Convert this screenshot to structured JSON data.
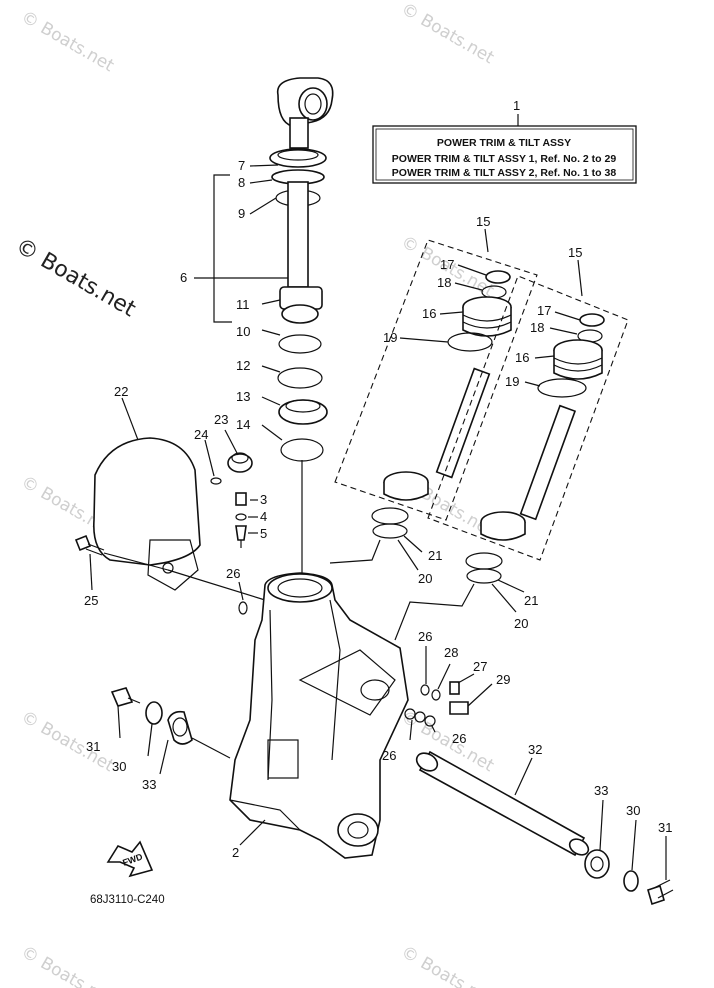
{
  "diagram": {
    "title_box": {
      "ref": "1",
      "line1": "POWER TRIM & TILT ASSY",
      "line2": "POWER TRIM & TILT ASSY 1, Ref. No. 2 to 29",
      "line3": "POWER TRIM & TILT ASSY 2, Ref. No. 1 to 38"
    },
    "part_code": "68J3110-C240",
    "fwd_label": "FWD",
    "watermark": "© Boats.net",
    "callouts": {
      "c2": "2",
      "c3": "3",
      "c4": "4",
      "c5": "5",
      "c6": "6",
      "c7": "7",
      "c8": "8",
      "c9": "9",
      "c10": "10",
      "c11": "11",
      "c12": "12",
      "c13": "13",
      "c14": "14",
      "c15a": "15",
      "c15b": "15",
      "c16a": "16",
      "c16b": "16",
      "c17a": "17",
      "c17b": "17",
      "c18a": "18",
      "c18b": "18",
      "c19a": "19",
      "c19b": "19",
      "c20a": "20",
      "c20b": "20",
      "c21a": "21",
      "c21b": "21",
      "c22": "22",
      "c23": "23",
      "c24": "24",
      "c25": "25",
      "c26a": "26",
      "c26b": "26",
      "c26c": "26",
      "c26d": "26",
      "c27": "27",
      "c28": "28",
      "c29": "29",
      "c30a": "30",
      "c30b": "30",
      "c31a": "31",
      "c31b": "31",
      "c32": "32",
      "c33a": "33",
      "c33b": "33"
    }
  }
}
